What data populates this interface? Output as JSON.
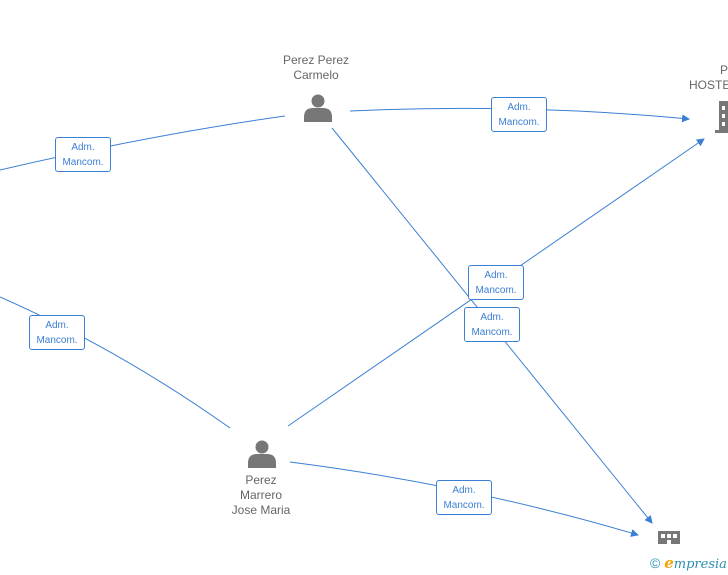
{
  "nodes": {
    "carmelo": {
      "line1": "Perez Perez",
      "line2": "Carmelo"
    },
    "jose_maria": {
      "line1": "Perez",
      "line2": "Marrero",
      "line3": "Jose Maria"
    },
    "company_top_right": {
      "line1": "P",
      "line2": "HOSTEL"
    }
  },
  "edge_label": {
    "line1": "Adm.",
    "line2": "Mancom."
  },
  "footer": {
    "copyright_symbol": "©",
    "brand_initial": "e",
    "brand_rest": "mpresia"
  },
  "colors": {
    "edge": "#3b7fd4",
    "icon": "#777777",
    "label_text": "#666666"
  },
  "icons": [
    "person-icon",
    "building-icon",
    "building-small-icon"
  ]
}
